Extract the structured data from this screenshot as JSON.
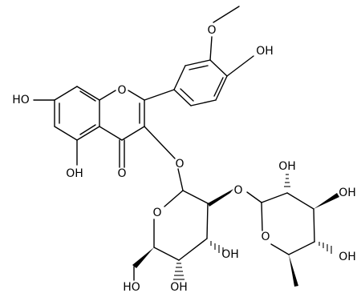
{
  "labels": {
    "o_methoxy": "O",
    "oh_4p": "OH",
    "o_ring1": "O",
    "oh_7": "HO",
    "oh_5": "OH",
    "o_carbonyl": "O",
    "o_3": "O",
    "o_glc_ring": "O",
    "o_link": "O",
    "oh_glc3": "OH",
    "oh_glc4": "OH",
    "oh_glc6": "HO",
    "oh_rha2": "OH",
    "oh_rha3": "OH",
    "oh_rha4": "OH",
    "o_rha_ring": "O"
  }
}
